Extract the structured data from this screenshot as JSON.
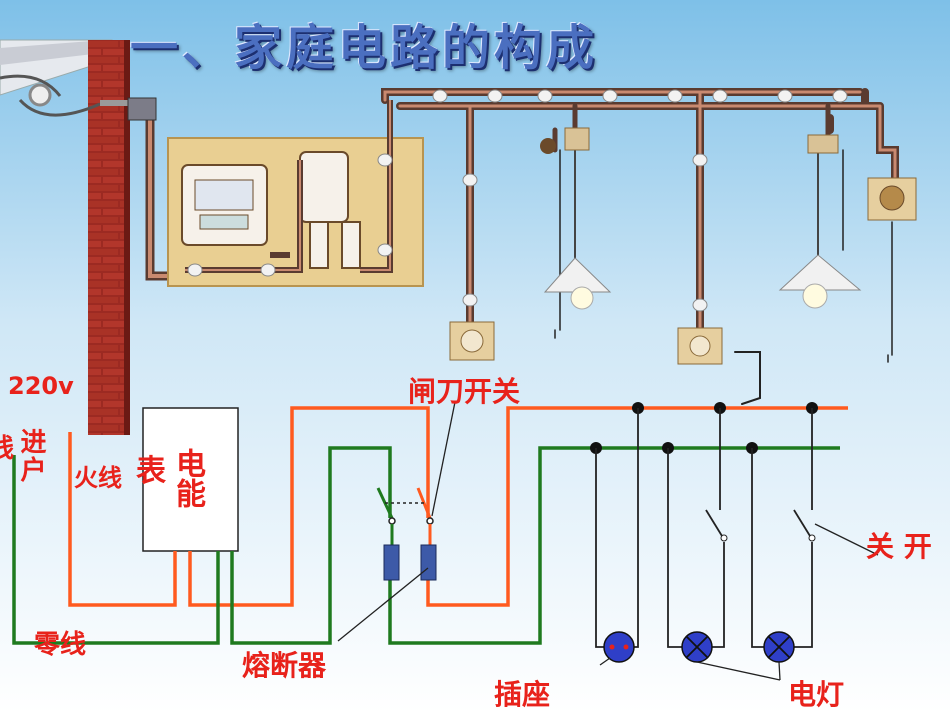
{
  "title": "一、家庭电路的构成",
  "labels": {
    "voltage": "220v",
    "line_cut": "线",
    "entry": "进户",
    "live_wire": "火线",
    "meter_1": "表",
    "meter_2": "电能",
    "knife_switch": "闸刀开关",
    "switch": "关 开",
    "neutral_wire": "零线",
    "fuse": "熔断器",
    "socket": "插座",
    "lamp": "电灯"
  },
  "colors": {
    "live": "#ff5a1f",
    "neutral": "#1f7a1f",
    "text_red": "#e8221b",
    "lamp_fill": "#2f3fc8",
    "fuse_fill": "#3d5aa8",
    "brick": "#9c2a22",
    "cabinet": "#e9cf92",
    "conduit": "#5a3b30"
  }
}
